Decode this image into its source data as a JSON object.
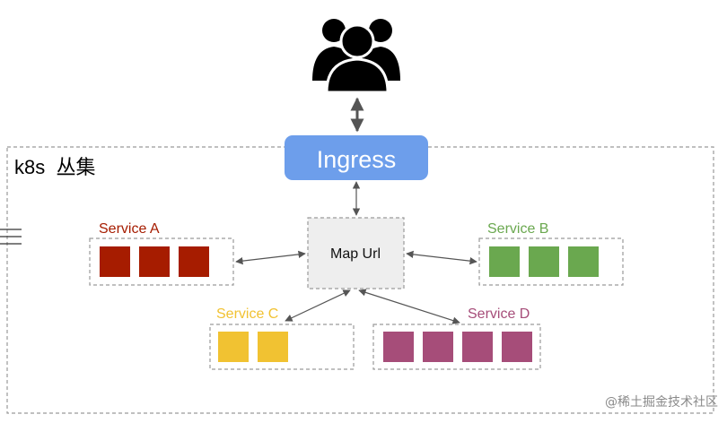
{
  "cluster": {
    "label": "k8s  丛集"
  },
  "users": {
    "icon": "users-group-icon"
  },
  "ingress": {
    "label": "Ingress",
    "color": "#6d9eeb"
  },
  "map_url": {
    "label": "Map Url",
    "color": "#eeeeee"
  },
  "services": [
    {
      "key": "a",
      "label": "Service A",
      "color": "#a61c00",
      "pods": 3
    },
    {
      "key": "b",
      "label": "Service B",
      "color": "#6aa84f",
      "pods": 3
    },
    {
      "key": "c",
      "label": "Service C",
      "color": "#f1c232",
      "pods": 2
    },
    {
      "key": "d",
      "label": "Service D",
      "color": "#a64d79",
      "pods": 4
    }
  ],
  "watermark": {
    "text": "@稀土掘金技术社区"
  }
}
